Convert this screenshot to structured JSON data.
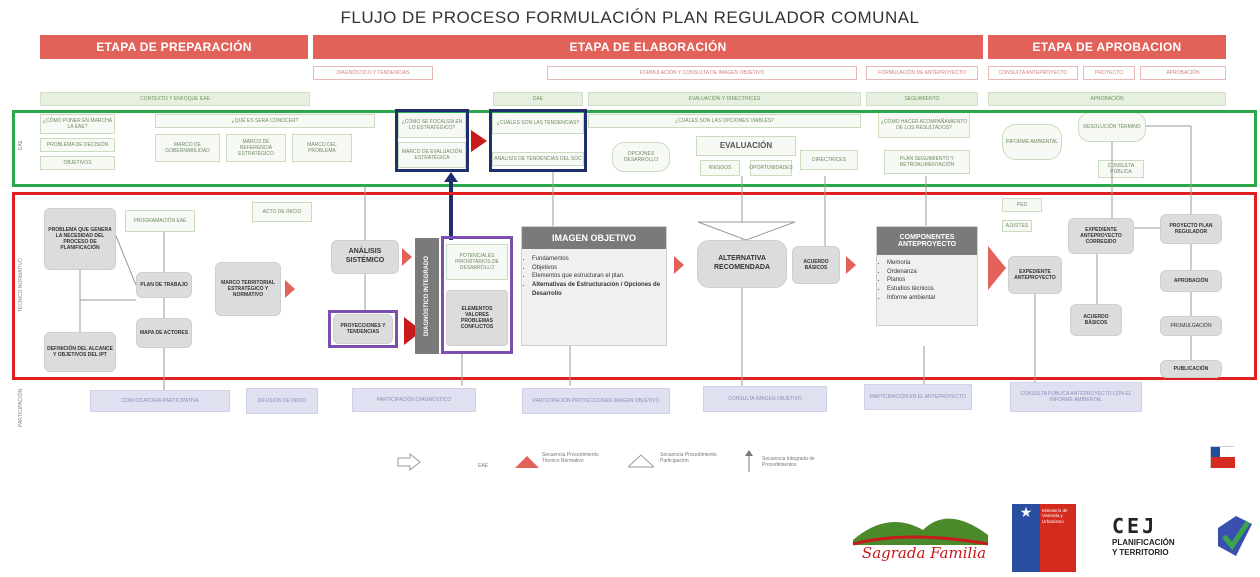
{
  "title": "FLUJO DE PROCESO  FORMULACIÓN PLAN REGULADOR COMUNAL",
  "stages": {
    "preparacion": "ETAPA DE PREPARACIÓN",
    "elaboracion": "ETAPA DE ELABORACIÓN",
    "aprobacion": "ETAPA DE APROBACION"
  },
  "substages": {
    "diagnostico": "DIAGNÓSTICO Y TENDENCIAS",
    "formulacion": "FORMULACIÓN Y CONSULTA DE IMAGEN OBJETIVO",
    "formulacion_anteproyecto": "FORMULACIÓN DE ANTEPROYECTO",
    "consulta": "CONSULTA ANTEPROYECTO",
    "proyecto": "PROYECTO",
    "aprobacion": "APROBACIÓN"
  },
  "side_labels": {
    "eae": "EAE",
    "tecnico": "TÉCNICO NORMATIVO",
    "participacion": "PARTICIPACIÓN"
  },
  "eae_bands": {
    "contexto": "CONTEXTO Y ENFOQUE EAE",
    "dae": "DAE",
    "evaluacion": "EVALUACIÓN Y DIRECTRICES",
    "seguimiento": "SEGUIMIENTO",
    "aprobacion": "APROBACIÓN"
  },
  "eae_boxes": {
    "como_poner": "¿CÓMO PONER EN MARCHA LA EAE?",
    "que_es": "¿QUÉ ES SERÁ CONOCER?",
    "problema_decision": "PROBLEMA DE DECISIÓN",
    "objetivos": "OBJETIVOS",
    "marco_gobernabilidad": "MARCO DE GOBERNABILIDAD",
    "marco_referencia": "MARCO DE REFERENCIA ESTRATÉGICO",
    "marco_problema": "MARCO DEL PROBLEMA",
    "como_focalizar": "¿CÓMO SE FOCALIZA EN LO ESTRATÉGICO?",
    "marco_evaluacion": "MARCO DE EVALUACIÓN ESTRATÉGICA",
    "cuales_tendencias": "¿CUÁLES SON LAS TENDENCIAS?",
    "analisis_tendencias": "ANÁLISIS DE TENDENCIAS DEL SOC",
    "cuales_opciones": "¿CUÁLES SON LAS OPCIONES VIABLES?",
    "opciones": "OPCIONES DESARROLLO",
    "evaluacion": "EVALUACIÓN",
    "riesgos": "RIESGOS",
    "oportunidades": "OPORTUNIDADES",
    "directrices": "DIRECTRICES",
    "como_hacer": "¿CÓMO HACER ACOMPAÑAMIENTO DE LOS RESULTADOS?",
    "plan_seguimiento": "PLAN SEGUIMIENTO Y RETROALIMENTACIÓN",
    "informe_ambiental": "INFORME AMBIENTAL",
    "resolucion_termino": "RESOLUCIÓN TÉRMINO",
    "consulta_publica": "CONSULTA PÚBLICA",
    "acto_inicio": "ACTO DE INICIO",
    "ped": "PED"
  },
  "tech_boxes": {
    "problema": "PROBLEMA QUE GENERA LA NECESIDAD DEL PROCESO DE PLANIFICACIÓN",
    "programacion": "PROGRAMACIÓN EAE",
    "plan_trabajo": "PLAN DE TRABAJO",
    "mapa_actores": "MAPA DE ACTORES",
    "definicion": "DEFINICIÓN DEL ALCANCE Y OBJETIVOS DEL IPT",
    "marco_territorial": "MARCO TERRITORIAL ESTRATÉGICO Y NORMATIVO",
    "analisis_sistemico": "ANÁLISIS SISTÉMICO",
    "diagnostico_integrado": "DIAGNÓSTICO INTEGRADO",
    "proyecciones": "PROYECCIONES Y TENDENCIAS",
    "potenciales": "POTENCIALES PRIORITARIOS DE DESARROLLO",
    "elementos_valores": "ELEMENTOS VALORES PROBLEMAS CONFLICTOS",
    "imagen_objetivo": "IMAGEN OBJETIVO",
    "alternativa": "ALTERNATIVA RECOMENDADA",
    "acuerdo_basicos": "ACUERDO BÁSICOS",
    "componentes": "COMPONENTES ANTEPROYECTO",
    "expediente_anteproyecto": "EXPEDIENTE ANTEPROYECTO",
    "ajustes": "AJUSTES",
    "expediente_corregido": "EXPEDIENTE ANTEPROYECTO CORREGIDO",
    "acuerdo_basicos2": "ACUERDO BÁSICOS",
    "proyecto": "PROYECTO PLAN REGULADOR",
    "aprobacion": "APROBACIÓN",
    "promulgacion": "PROMULGACIÓN",
    "publicacion": "PUBLICACIÓN"
  },
  "imagen_items": [
    "Fundamentos",
    "Objetivos",
    "Elementos que estructuran el plan.",
    "Alternativas de Estructuración / Opciones de Desarrollo"
  ],
  "componentes_items": [
    "Memoria",
    "Ordenanza",
    "Planos",
    "Estudios técnicos",
    "Informe ambiental"
  ],
  "participacion": [
    "CONVOCATORIA PARTICIPATIVA",
    "DIFUSIÓN DE INICIO",
    "PARTICIPACIÓN DIAGNÓSTICO",
    "PARTICIPACIÓN PROYECCIONES IMAGEN OBJETIVO",
    "CONSULTA IMAGEN OBJETIVO",
    "PARTICIPACIÓN EN EL ANTEPROYECTO",
    "CONSULTA PÚBLICA ANTEPROYECTO CON EL INFORME AMBIENTAL"
  ],
  "legend": {
    "eae": "EAE",
    "secuencia_tecnico": "Secuencia Procedimiento Técnico Normativo",
    "secuencia_participacion": "Secuencia Procedimiento Participación",
    "secuencia_integrada": "Secuencia Integrada de Procedimientos"
  },
  "logos": {
    "sagrada": "Sagrada Familia",
    "ministerio": "Ministerio de Vivienda y Urbanismo",
    "cej_title": "CEJ",
    "cej_sub1": "PLANIFICACIÓN",
    "cej_sub2": "Y TERRITORIO"
  },
  "colors": {
    "stage": "#e2625a",
    "eae_frame": "#2aa84a",
    "tech_frame": "#e02020",
    "blue": "#1f2f6e",
    "purple": "#7b4fb0"
  }
}
